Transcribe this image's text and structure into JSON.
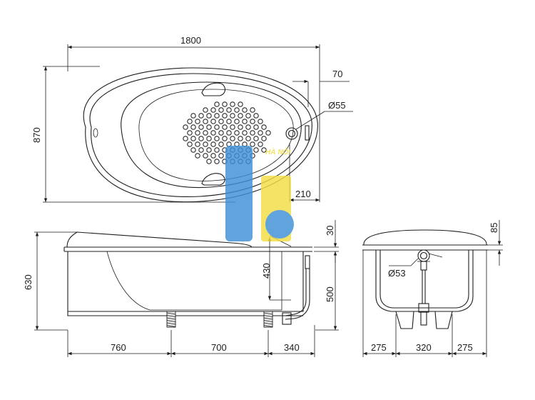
{
  "top_view": {
    "length": "1800",
    "width": "870",
    "overflow_offset": "70",
    "overflow_diameter": "Ø55",
    "drain_offset": "210"
  },
  "front_view": {
    "total_height": "630",
    "rim_depth": "30",
    "inner_depth": "430",
    "body_height": "500",
    "foot_left": "760",
    "foot_spacing": "700",
    "foot_right": "340"
  },
  "side_view": {
    "rim_height": "85",
    "drain_diameter": "Ø53",
    "edge_left": "275",
    "foot_spacing": "320",
    "edge_right": "275"
  },
  "watermark": {
    "text": "HÀ NỘI",
    "colors": {
      "blue": "#3e8fd6",
      "yellow": "#f3dd44"
    }
  }
}
